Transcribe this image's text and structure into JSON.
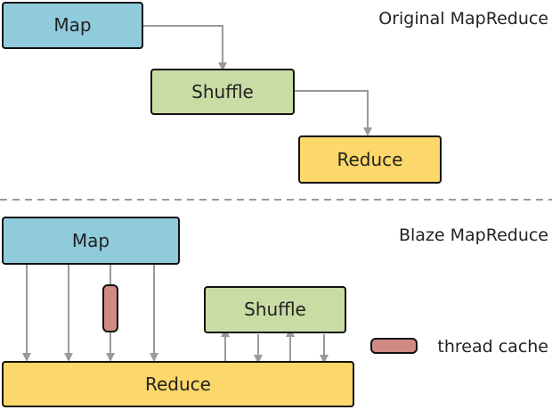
{
  "colors": {
    "map_fill": "#8fcbdb",
    "shuffle_fill": "#c8dca4",
    "reduce_fill": "#fcd769",
    "cache_fill": "#d08a84",
    "arrow": "#9a9a9a",
    "stroke": "#111111"
  },
  "original": {
    "title": "Original MapReduce",
    "map_label": "Map",
    "shuffle_label": "Shuffle",
    "reduce_label": "Reduce"
  },
  "blaze": {
    "title": "Blaze MapReduce",
    "map_label": "Map",
    "shuffle_label": "Shuffle",
    "reduce_label": "Reduce",
    "legend_label": "thread cache"
  }
}
